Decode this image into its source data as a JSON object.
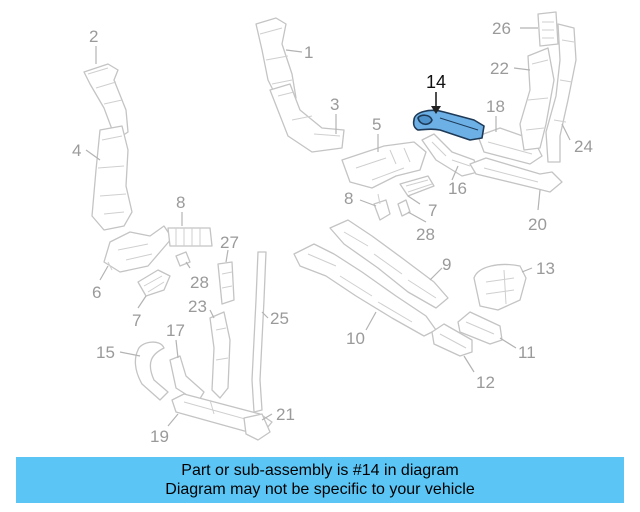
{
  "highlighted_part": "14",
  "callouts": [
    {
      "id": "1",
      "label": "1"
    },
    {
      "id": "2",
      "label": "2"
    },
    {
      "id": "3",
      "label": "3"
    },
    {
      "id": "4",
      "label": "4"
    },
    {
      "id": "5",
      "label": "5"
    },
    {
      "id": "6",
      "label": "6"
    },
    {
      "id": "7a",
      "label": "7"
    },
    {
      "id": "7b",
      "label": "7"
    },
    {
      "id": "8a",
      "label": "8"
    },
    {
      "id": "8b",
      "label": "8"
    },
    {
      "id": "9",
      "label": "9"
    },
    {
      "id": "10",
      "label": "10"
    },
    {
      "id": "11",
      "label": "11"
    },
    {
      "id": "12",
      "label": "12"
    },
    {
      "id": "13",
      "label": "13"
    },
    {
      "id": "14",
      "label": "14"
    },
    {
      "id": "15",
      "label": "15"
    },
    {
      "id": "16",
      "label": "16"
    },
    {
      "id": "17",
      "label": "17"
    },
    {
      "id": "18",
      "label": "18"
    },
    {
      "id": "19",
      "label": "19"
    },
    {
      "id": "20",
      "label": "20"
    },
    {
      "id": "21",
      "label": "21"
    },
    {
      "id": "22",
      "label": "22"
    },
    {
      "id": "23",
      "label": "23"
    },
    {
      "id": "24",
      "label": "24"
    },
    {
      "id": "25",
      "label": "25"
    },
    {
      "id": "26",
      "label": "26"
    },
    {
      "id": "27",
      "label": "27"
    },
    {
      "id": "28a",
      "label": "28"
    },
    {
      "id": "28b",
      "label": "28"
    }
  ],
  "banner": {
    "line1": "Part or sub-assembly is #14 in diagram",
    "line2": "Diagram may not be specific to your vehicle"
  },
  "colors": {
    "banner_bg": "#5bc6f6",
    "highlight_fill": "#6cb0e6",
    "part_outline": "#c4c4c4",
    "callout_text": "#9a9a9a"
  }
}
